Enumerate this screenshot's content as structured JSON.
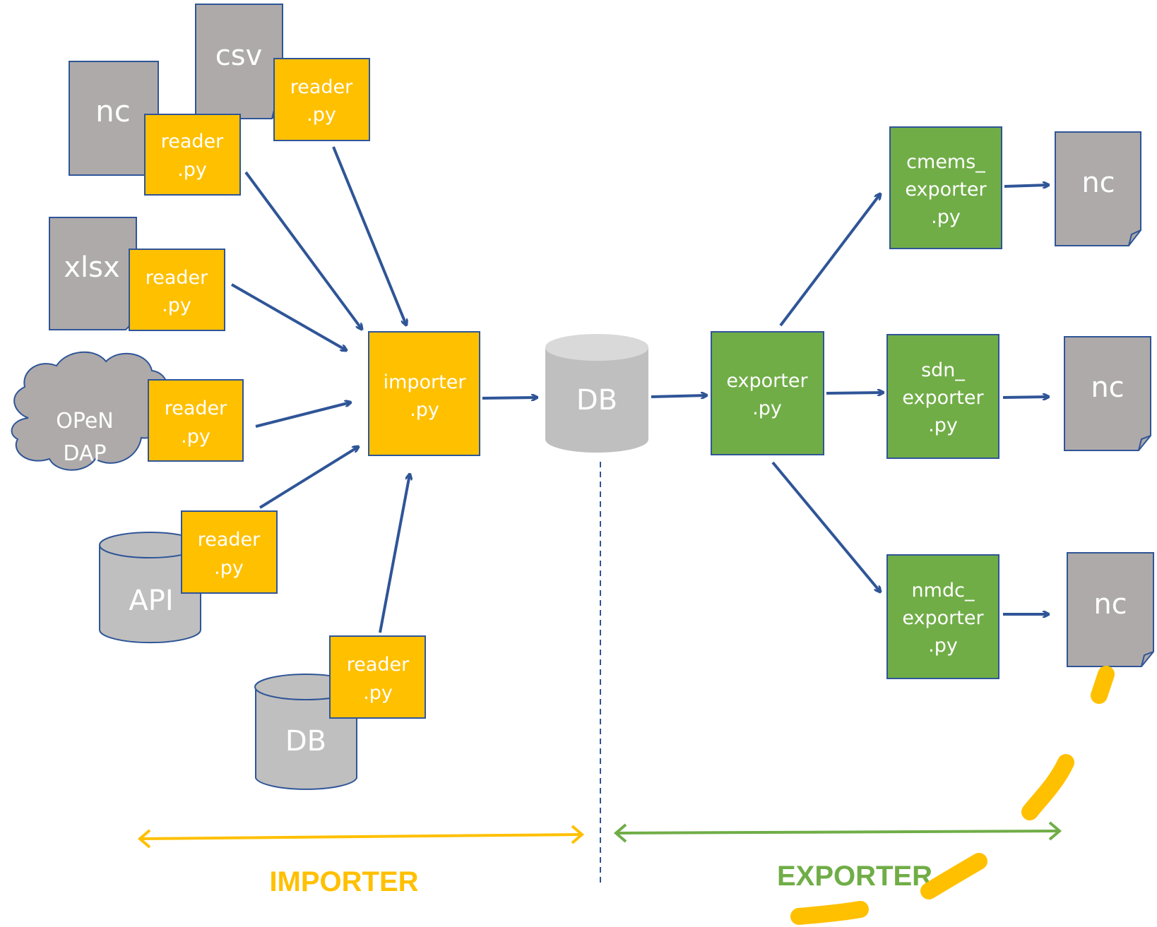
{
  "sources": {
    "nc": "nc",
    "csv": "csv",
    "xlsx": "xlsx",
    "opendap_line1": "OPeN",
    "opendap_line2": "DAP",
    "api": "API",
    "db": "DB"
  },
  "reader": {
    "line1": "reader",
    "line2": ".py"
  },
  "importer": {
    "line1": "importer",
    "line2": ".py"
  },
  "central_db": "DB",
  "exporter": {
    "line1": "exporter",
    "line2": ".py"
  },
  "cmems": {
    "line1": "cmems_",
    "line2": "exporter",
    "line3": ".py"
  },
  "sdn": {
    "line1": "sdn_",
    "line2": "exporter",
    "line3": ".py"
  },
  "nmdc": {
    "line1": "nmdc_",
    "line2": "exporter",
    "line3": ".py"
  },
  "outputs": {
    "nc1": "nc",
    "nc2": "nc",
    "nc3": "nc"
  },
  "sections": {
    "importer": "IMPORTER",
    "exporter": "EXPORTER"
  },
  "colors": {
    "reader_fill": "#FFC000",
    "exporter_fill": "#70AD47",
    "doc_fill": "#AEAAAA",
    "cylinder_fill": "#BFBFBF",
    "arrow_blue": "#2F5597",
    "importer_accent": "#FFC000",
    "exporter_accent": "#70AD47"
  }
}
